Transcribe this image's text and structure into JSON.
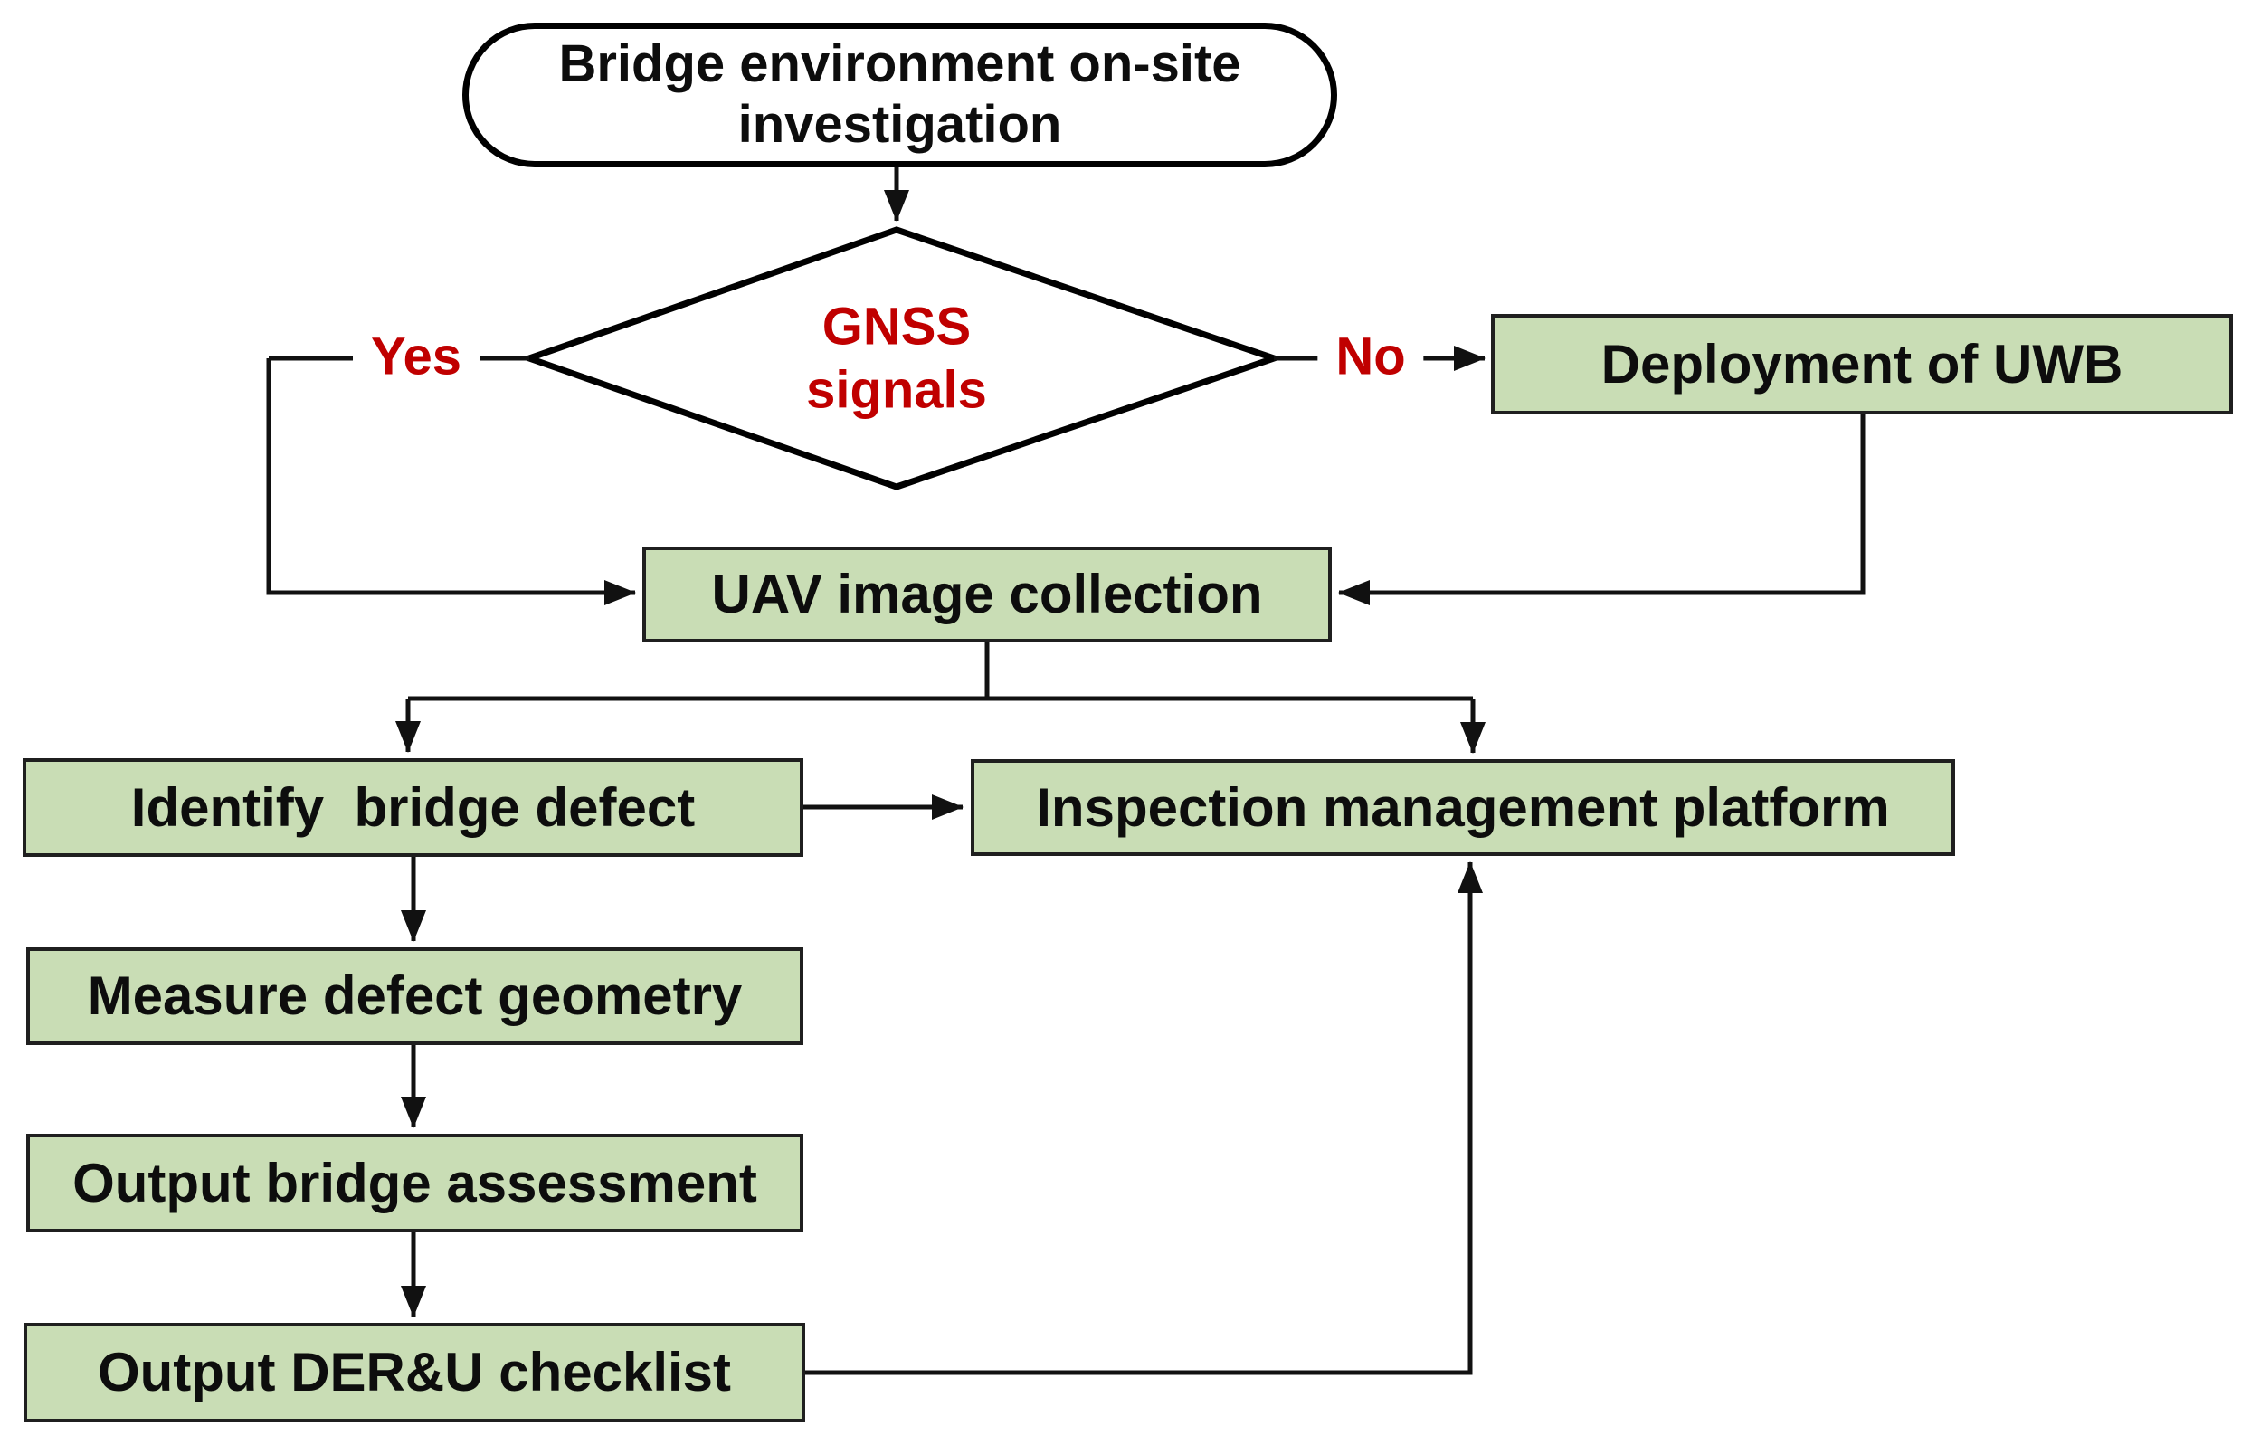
{
  "figure": {
    "type": "flowchart",
    "description": "UAV-based bridge inspection workflow flowchart"
  },
  "colors": {
    "background": "#ffffff",
    "node_fill": "#c9ddb5",
    "node_border": "#1f1f1f",
    "terminator_fill": "#ffffff",
    "shape_stroke": "#000000",
    "connector": "#111111",
    "decision_text": "#c00000",
    "node_text": "#0d0d0d"
  },
  "nodes": {
    "start": {
      "label": "Bridge environment on-site\ninvestigation",
      "shape": "terminator"
    },
    "gnss_decision": {
      "label": "GNSS\nsignals",
      "shape": "decision"
    },
    "deployment_uwb": {
      "label": "Deployment of UWB",
      "shape": "process"
    },
    "uav_collection": {
      "label": "UAV image collection",
      "shape": "process"
    },
    "identify_defect": {
      "label": "Identify  bridge defect",
      "shape": "process"
    },
    "inspection_platform": {
      "label": "Inspection management platform",
      "shape": "process"
    },
    "measure_geometry": {
      "label": "Measure defect geometry",
      "shape": "process"
    },
    "output_assessment": {
      "label": "Output bridge assessment",
      "shape": "process"
    },
    "output_checklist": {
      "label": "Output DER&U checklist",
      "shape": "process"
    }
  },
  "edge_labels": {
    "yes": "Yes",
    "no": "No"
  }
}
